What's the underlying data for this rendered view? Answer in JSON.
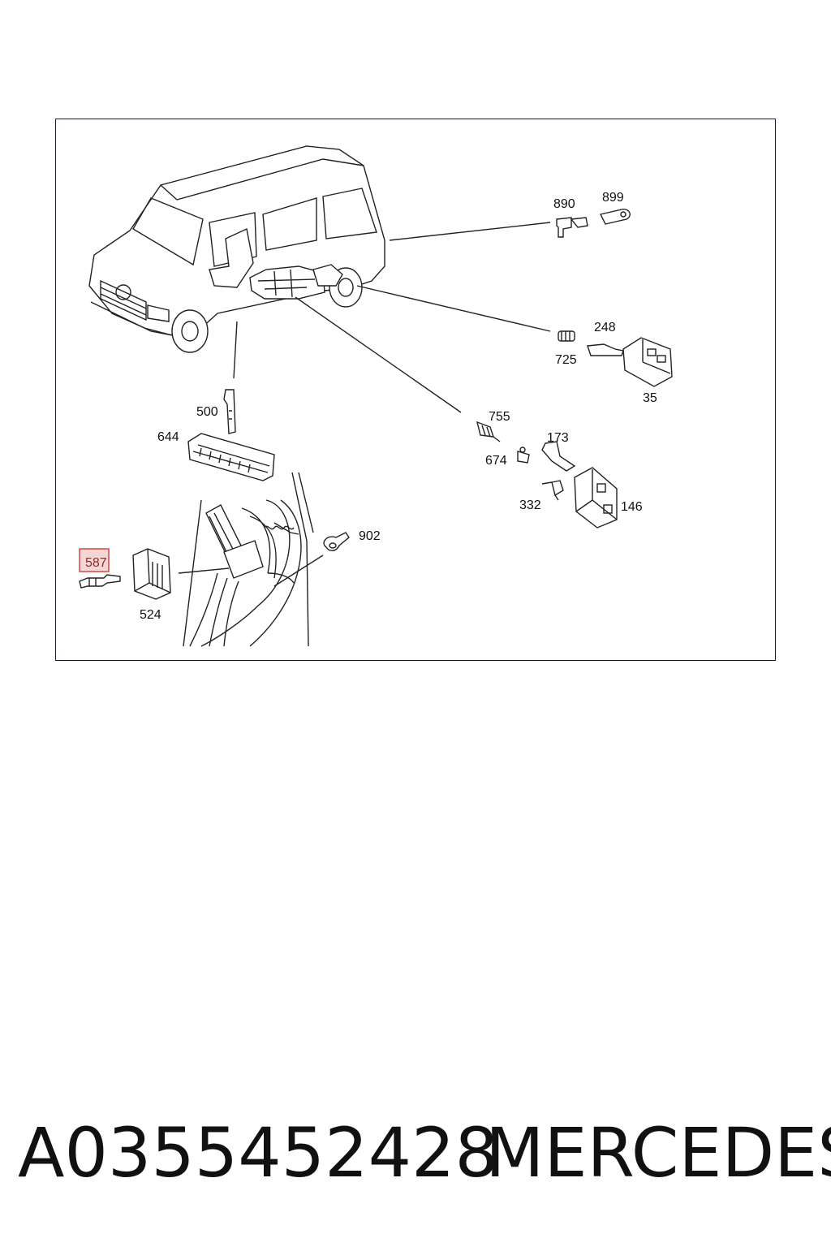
{
  "callouts": {
    "c890": "890",
    "c899": "899",
    "c248": "248",
    "c725": "725",
    "c35": "35",
    "c500": "500",
    "c644": "644",
    "c755": "755",
    "c173": "173",
    "c674": "674",
    "c332": "332",
    "c146": "146",
    "c902": "902",
    "c587": "587",
    "c524": "524"
  },
  "highlighted_callout": "587",
  "footer": {
    "part_number": "A0355452428",
    "brand": "MERCEDES"
  },
  "colors": {
    "frame": "#1a1a2e",
    "highlight_fill": "#f6d5d5",
    "highlight_stroke": "#d04848"
  }
}
